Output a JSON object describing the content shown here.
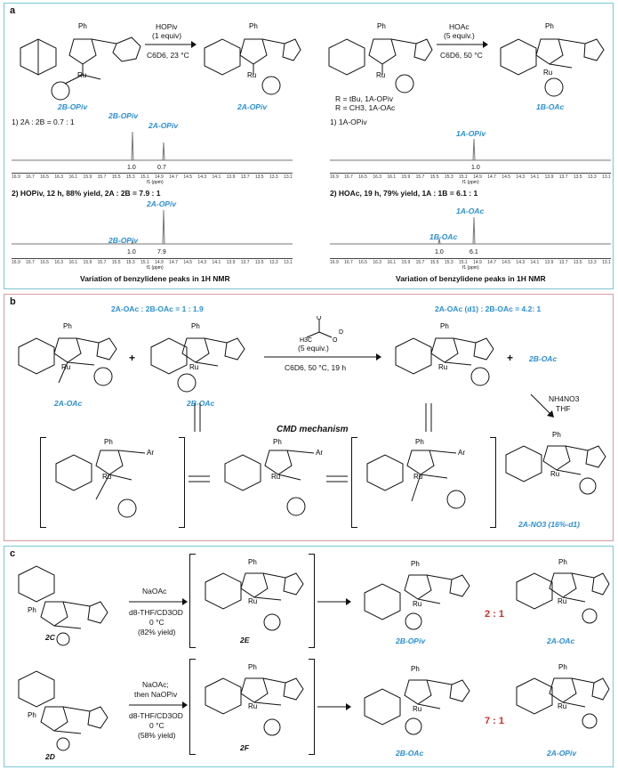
{
  "panel_a": {
    "label": "a",
    "rxn1": {
      "reagent": "HOPiv",
      "equiv": "(1 equiv)",
      "cond": "C6D6, 23 °C",
      "start": "2B-OPiv",
      "product": "2A-OPiv"
    },
    "rxn2": {
      "reagent": "HOAc",
      "equiv": "(5 equiv.)",
      "cond": "C6D6, 50 °C",
      "start_R1": "R = tBu, 1A-OPiv",
      "start_R2": "R = CH3, 1A-OAc",
      "product": "1B-OAc"
    },
    "spec1": {
      "title": "1)  2A : 2B = 0.7 : 1",
      "peak_left": "2B-OPiv",
      "peak_right": "2A-OPiv",
      "int_left": "1.0",
      "int_right": "0.7"
    },
    "spec2": {
      "title": "2)  HOPiv, 12 h, 88% yield, 2A : 2B = 7.9 : 1",
      "peak_left": "2B-OPiv",
      "peak_right": "2A-OPiv",
      "int_left": "1.0",
      "int_right": "7.9"
    },
    "spec3": {
      "title": "1)  1A-OPiv",
      "peak": "1A-OPiv",
      "int": "1.0"
    },
    "spec4": {
      "title": "2)  HOAc, 19 h, 79% yield, 1A : 1B = 6.1 : 1",
      "peak_left": "1B-OAc",
      "peak_right": "1A-OAc",
      "int_left": "1.0",
      "int_right": "6.1"
    },
    "ticks": [
      "16.9",
      "16.7",
      "16.5",
      "16.3",
      "16.1",
      "15.9",
      "15.7",
      "15.5",
      "15.3",
      "15.1",
      "14.9",
      "14.7",
      "14.5",
      "14.3",
      "14.1",
      "13.9",
      "13.7",
      "13.5",
      "13.3",
      "13.1"
    ],
    "f1": "f1 (ppm)",
    "caption": "Variation of benzylidene peaks in 1H NMR"
  },
  "panel_b": {
    "label": "b",
    "ratio_left": "2A-OAc : 2B-OAc = 1 : 1.9",
    "ratio_right": "2A-OAc (d1) : 2B-OAc = 4.2:  1",
    "reagent": "(5 equiv.)",
    "cond": "C6D6, 50 °C, 19 h",
    "plus": "+",
    "m1": "2A-OAc",
    "m2": "2B-OAc",
    "m3": "2B-OAc",
    "nh4": "NH4NO3",
    "thf": "THF",
    "mech": "CMD mechanism",
    "prod": "2A-NO3 (16%-d1)"
  },
  "panel_c": {
    "label": "c",
    "r1": {
      "reagent": "NaOAc",
      "solvent": "d8-THF/CD3OD",
      "temp": "0 °C",
      "yield": "(82% yield)",
      "start": "2C",
      "int": "2E",
      "p1": "2B-OPiv",
      "p2": "2A-OAc",
      "ratio": "2 : 1"
    },
    "r2": {
      "reagent": "NaOAc;",
      "reagent2": "then NaOPiv",
      "solvent": "d8-THF/CD3OD",
      "temp": "0 °C",
      "yield": "(58% yield)",
      "start": "2D",
      "int": "2F",
      "p1": "2B-OAc",
      "p2": "2A-OPiv",
      "ratio": "7 : 1"
    }
  }
}
